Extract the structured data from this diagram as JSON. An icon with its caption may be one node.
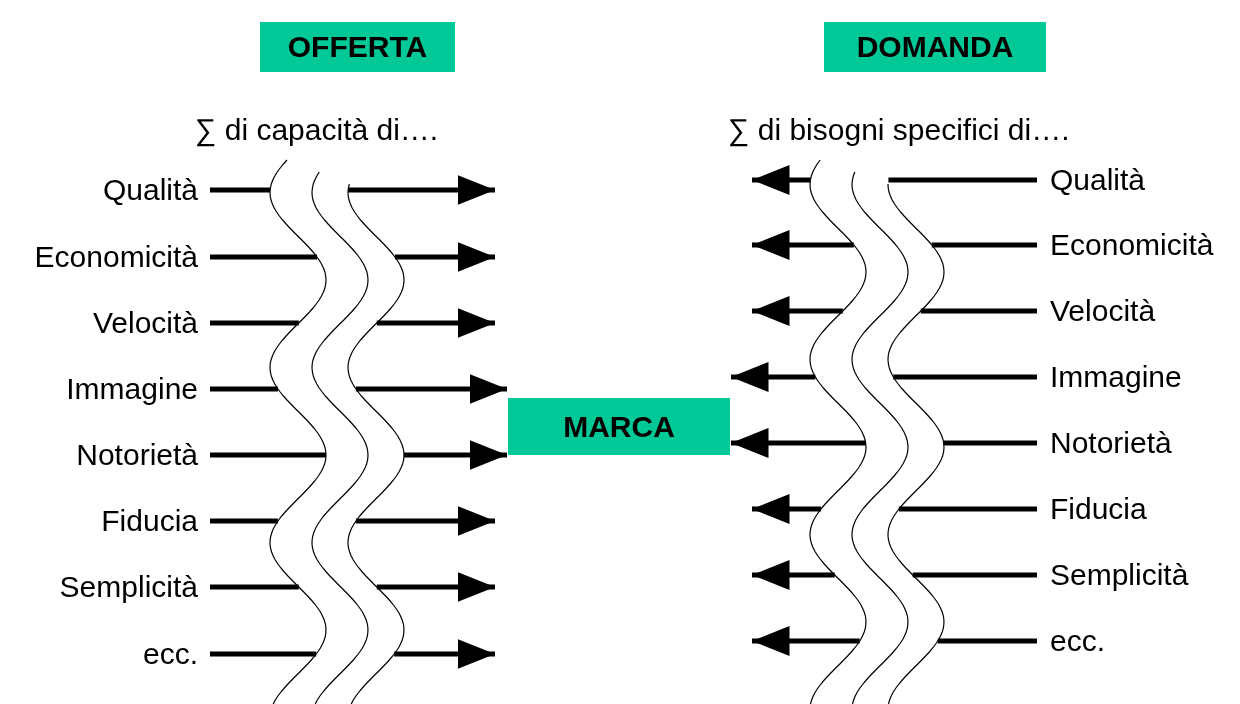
{
  "diagram": {
    "nodes": [
      {
        "text": [
          "OFFERTA"
        ]
      },
      {
        "text": [
          "DOMANDA"
        ]
      },
      {
        "text": [
          "MARCA"
        ]
      },
      {
        "text": [
          "Qualità"
        ]
      },
      {
        "text": [
          "Economicità"
        ]
      },
      {
        "text": [
          "Velocità"
        ]
      },
      {
        "text": [
          "Immagine"
        ]
      },
      {
        "text": [
          "Notorietà"
        ]
      },
      {
        "text": [
          "Fiducia"
        ]
      },
      {
        "text": [
          "Semplicità"
        ]
      },
      {
        "text": [
          "ecc."
        ]
      },
      {
        "text": [
          "Qualità"
        ]
      },
      {
        "text": [
          "Economicità"
        ]
      },
      {
        "text": [
          "Velocità"
        ]
      },
      {
        "text": [
          "Immagine"
        ]
      },
      {
        "text": [
          "Notorietà"
        ]
      },
      {
        "text": [
          "Fiducia"
        ]
      },
      {
        "text": [
          "Semplicità"
        ]
      },
      {
        "text": [
          "ecc."
        ]
      }
    ],
    "edges": [
      {
        "from": 3,
        "to": null,
        "arrow": "to"
      },
      {
        "from": 4,
        "to": null,
        "arrow": "to"
      },
      {
        "from": 5,
        "to": null,
        "arrow": "to"
      },
      {
        "from": 6,
        "to": 2,
        "arrow": "to"
      },
      {
        "from": 7,
        "to": 2,
        "arrow": "to"
      },
      {
        "from": 8,
        "to": null,
        "arrow": "to"
      },
      {
        "from": 9,
        "to": null,
        "arrow": "to"
      },
      {
        "from": 10,
        "to": null,
        "arrow": "to"
      },
      {
        "from": 11,
        "to": null,
        "arrow": "to"
      },
      {
        "from": 12,
        "to": null,
        "arrow": "to"
      },
      {
        "from": 13,
        "to": null,
        "arrow": "to"
      },
      {
        "from": 14,
        "to": 2,
        "arrow": "to"
      },
      {
        "from": 15,
        "to": 2,
        "arrow": "to"
      },
      {
        "from": 16,
        "to": null,
        "arrow": "to"
      },
      {
        "from": 17,
        "to": null,
        "arrow": "to"
      },
      {
        "from": 18,
        "to": null,
        "arrow": "to"
      }
    ],
    "labels": [
      "∑ di capacità di….",
      "∑ di bisogni specifici di…."
    ]
  }
}
